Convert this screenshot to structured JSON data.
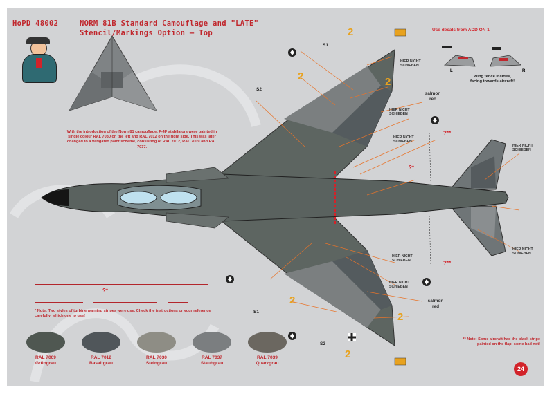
{
  "header": {
    "code": "HoPD 48002",
    "title_line1": "NORM 81B Standard Camouflage and \"LATE\"",
    "title_line2": "Stencil/Markings Option – Top"
  },
  "intro_text": "With the introduction of the Norm 81 camouflage, F-4F stabilators were painted in single colour RAL 7030 on the left and RAL 7012 on the right side. This was later changed to a varigated paint scheme, consisting of RAL 7012, RAL 7009 and RAL 7037.",
  "addon": {
    "title": "Use decals from ADD ON 1",
    "left_label": "L",
    "right_label": "R",
    "caption": "Wing fence insides, facing towards aircraft!"
  },
  "labels": {
    "s1_top": "S1",
    "s2_top": "S2",
    "s1_bottom": "S1",
    "s2_bottom": "S2",
    "salmon_red_top": "salmon red",
    "salmon_red_bottom": "salmon red",
    "hier_nicht_schieben": "HIER NICHT SCHIEBEN",
    "qm_stripe": "?*",
    "qm_double": "?**",
    "qm_center": "?*",
    "number_2": "2"
  },
  "note_turbine": "* Note: Two styles of turbine warning stripes were use. Check the instructions or your reference carefully, which one to use!",
  "note_flap": "** Note: Some aircraft had the black stripe painted on the flap, some had not!",
  "swatches": [
    {
      "code": "RAL 7009",
      "name": "Grüngrau",
      "color": "#4f5751"
    },
    {
      "code": "RAL 7012",
      "name": "Basaltgrau",
      "color": "#50565a"
    },
    {
      "code": "RAL 7030",
      "name": "Steingrau",
      "color": "#8e8d85"
    },
    {
      "code": "RAL 7037",
      "name": "Staubgrau",
      "color": "#7b7e80"
    },
    {
      "code": "RAL 7039",
      "name": "Quarzgrau",
      "color": "#6b6760"
    }
  ],
  "page_number": "24",
  "colors": {
    "background": "#d2d3d5",
    "accent_red": "#d2232a",
    "decal_orange": "#e8a21f"
  }
}
